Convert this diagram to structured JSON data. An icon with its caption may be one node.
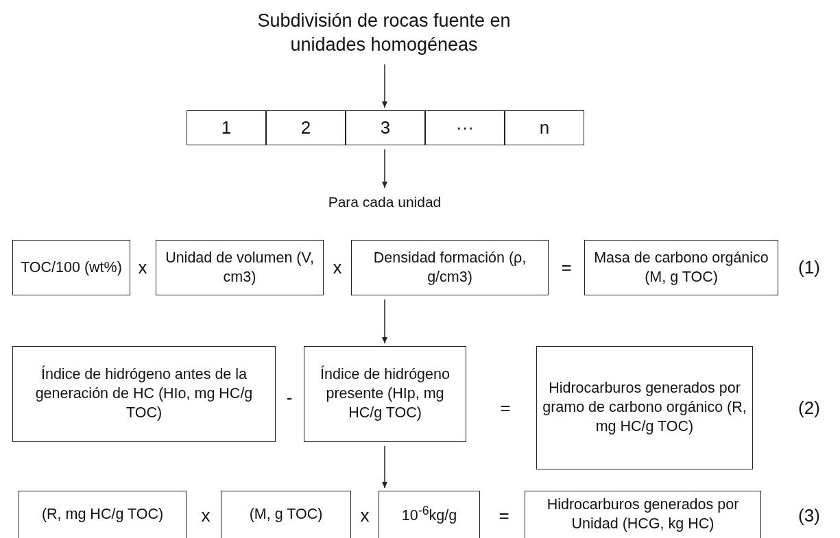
{
  "diagram": {
    "nodes": [
      {
        "text": [
          "Subdivisión de rocas fuente en unidades homogéneas"
        ]
      },
      {
        "text": [
          "1"
        ]
      },
      {
        "text": [
          "2"
        ]
      },
      {
        "text": [
          "3"
        ]
      },
      {
        "text": [
          "···"
        ]
      },
      {
        "text": [
          "n"
        ]
      },
      {
        "text": [
          "Para cada unidad"
        ]
      },
      {
        "text": [
          "TOC/100 (wt%)"
        ]
      },
      {
        "text": [
          "Unidad de volumen (V, cm3)"
        ]
      },
      {
        "text": [
          "Densidad formación (ρ, g/cm3)"
        ]
      },
      {
        "text": [
          "Masa de carbono orgánico (M, g TOC)"
        ]
      },
      {
        "text": [
          "Índice de hidrógeno antes de la generación de HC (HIo, mg HC/g TOC)"
        ]
      },
      {
        "text": [
          "Índice de hidrógeno presente (HIp, mg HC/g TOC)"
        ]
      },
      {
        "text": [
          "Hidrocarburos generados por gramo de carbono orgánico (R, mg HC/g TOC)"
        ]
      },
      {
        "text": [
          "(R, mg HC/g TOC)"
        ]
      },
      {
        "text": [
          "(M, g TOC)"
        ]
      },
      {
        "text": [
          "10$^{-6}$kg/g"
        ]
      },
      {
        "text": [
          "Hidrocarburos generados por Unidad (HCG, kg HC)"
        ]
      }
    ],
    "edges": [
      {
        "from": 0,
        "to": 3,
        "arrow": "to"
      },
      {
        "from": 3,
        "to": 6,
        "arrow": "to"
      },
      {
        "from": 9,
        "to": 12,
        "arrow": "to"
      },
      {
        "from": 12,
        "to": 16,
        "arrow": "to"
      }
    ],
    "labels": [
      "x",
      "x",
      "=",
      "(1)",
      "-",
      "=",
      "(2)",
      "x",
      "x",
      "=",
      "(3)"
    ]
  }
}
